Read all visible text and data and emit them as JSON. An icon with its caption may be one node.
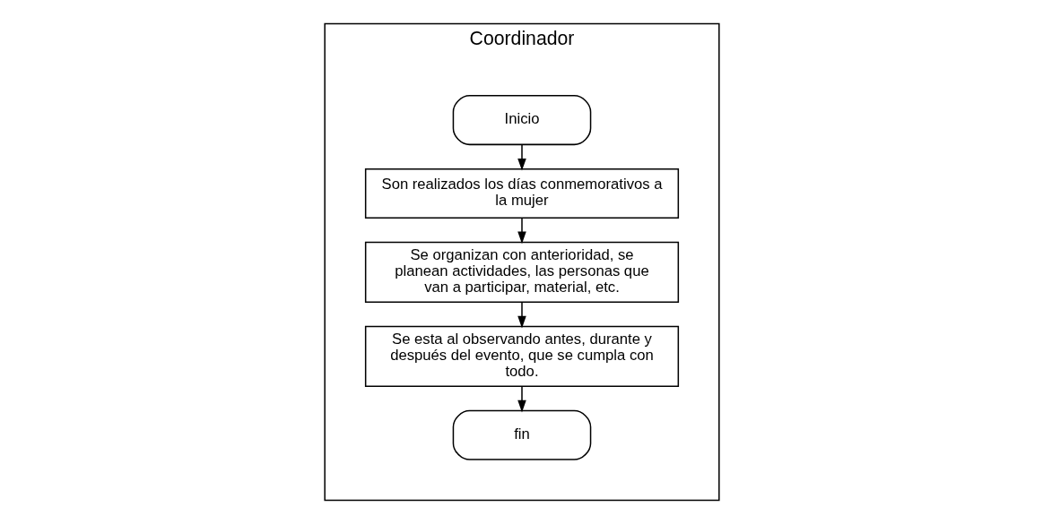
{
  "diagram": {
    "nodes": [
      {
        "text": [
          "Coordinador"
        ]
      },
      {
        "text": [
          "Inicio"
        ],
        "in": 0
      },
      {
        "text": [
          "Son realizados los días conmemorativos a la mujer"
        ],
        "in": 0
      },
      {
        "text": [
          "Se organizan con anterioridad, se planean actividades, las personas que van a participar, material, etc."
        ],
        "in": 0
      },
      {
        "text": [
          "Se esta al observando antes, durante y después del evento, que se cumpla con todo."
        ],
        "in": 0
      },
      {
        "text": [
          "fin"
        ],
        "in": 0
      }
    ],
    "edges": [
      {
        "from": 1,
        "to": 2,
        "arrow": "to"
      },
      {
        "from": 2,
        "to": 3,
        "arrow": "to"
      },
      {
        "from": 3,
        "to": 4,
        "arrow": "to"
      },
      {
        "from": 4,
        "to": 5,
        "arrow": "to"
      }
    ]
  }
}
